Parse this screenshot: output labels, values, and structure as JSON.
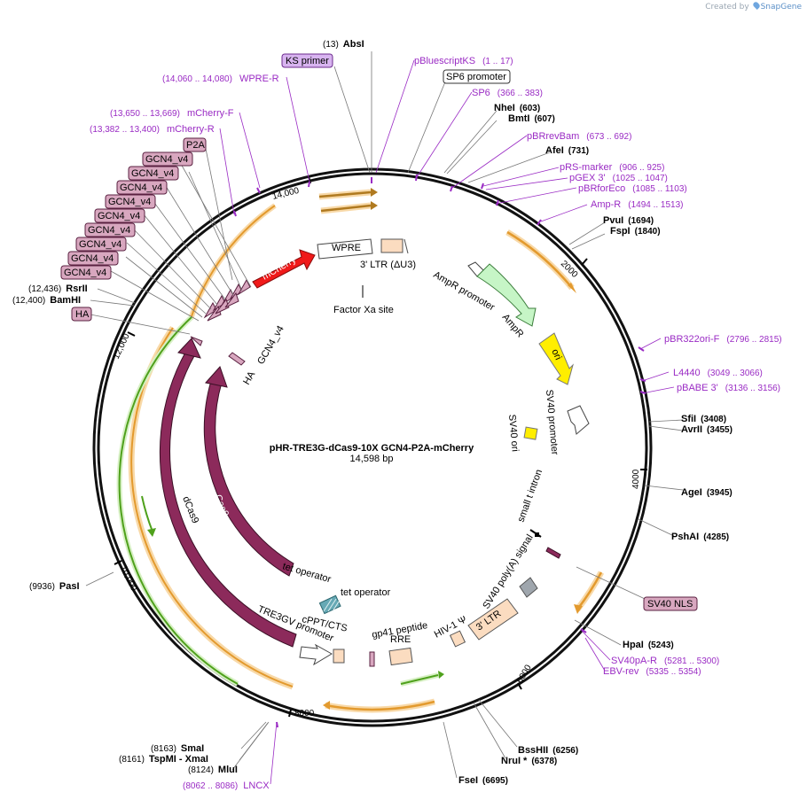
{
  "credit": {
    "prefix": "Created by",
    "brand": "SnapGene"
  },
  "plasmid": {
    "name": "pHR-TRE3G-dCas9-10X GCN4-P2A-mCherry",
    "size": "14,598 bp"
  },
  "ticks": [
    "2000",
    "4000",
    "6000",
    "8000",
    "10,000",
    "12,000",
    "14,000"
  ],
  "sites": [
    {
      "name": "AbsI",
      "pos": "(13)"
    },
    {
      "name": "NheI",
      "pos": "(603)"
    },
    {
      "name": "BmtI",
      "pos": "(607)"
    },
    {
      "name": "AfeI",
      "pos": "(731)"
    },
    {
      "name": "PvuI",
      "pos": "(1694)"
    },
    {
      "name": "FspI",
      "pos": "(1840)"
    },
    {
      "name": "SfiI",
      "pos": "(3408)"
    },
    {
      "name": "AvrII",
      "pos": "(3455)"
    },
    {
      "name": "AgeI",
      "pos": "(3945)"
    },
    {
      "name": "PshAI",
      "pos": "(4285)"
    },
    {
      "name": "HpaI",
      "pos": "(5243)"
    },
    {
      "name": "BssHII",
      "pos": "(6256)"
    },
    {
      "name": "NruI *",
      "pos": "(6378)"
    },
    {
      "name": "FseI",
      "pos": "(6695)"
    },
    {
      "name": "MluI",
      "pos": "(8124)"
    },
    {
      "name": "TspMI - XmaI",
      "pos": "(8161)"
    },
    {
      "name": "SmaI",
      "pos": "(8163)"
    },
    {
      "name": "PasI",
      "pos": "(9936)"
    },
    {
      "name": "BamHI",
      "pos": "(12,400)"
    },
    {
      "name": "RsrII",
      "pos": "(12,436)"
    }
  ],
  "primers": [
    {
      "name": "pBluescriptKS",
      "pos": "(1 .. 17)"
    },
    {
      "name": "SP6",
      "pos": "(366 .. 383)"
    },
    {
      "name": "pBRrevBam",
      "pos": "(673 .. 692)"
    },
    {
      "name": "pRS-marker",
      "pos": "(906 .. 925)"
    },
    {
      "name": "pGEX 3'",
      "pos": "(1025 .. 1047)"
    },
    {
      "name": "pBRforEco",
      "pos": "(1085 .. 1103)"
    },
    {
      "name": "Amp-R",
      "pos": "(1494 .. 1513)"
    },
    {
      "name": "pBR322ori-F",
      "pos": "(2796 .. 2815)"
    },
    {
      "name": "L4440",
      "pos": "(3049 .. 3066)"
    },
    {
      "name": "pBABE 3'",
      "pos": "(3136 .. 3156)"
    },
    {
      "name": "SV40pA-R",
      "pos": "(5281 .. 5300)"
    },
    {
      "name": "EBV-rev",
      "pos": "(5335 .. 5354)"
    },
    {
      "name": "LNCX",
      "pos": "(8062 .. 8086)"
    },
    {
      "name": "WPRE-R",
      "pos": "(14,060 .. 14,080)"
    },
    {
      "name": "mCherry-F",
      "pos": "(13,650 .. 13,669)"
    },
    {
      "name": "mCherry-R",
      "pos": "(13,382 .. 13,400)"
    }
  ],
  "boxes": {
    "ks_primer": "KS primer",
    "sp6_promoter": "SP6 promoter",
    "p2a": "P2A",
    "gcn4": "GCN4_v4",
    "ha": "HA",
    "sv40_nls": "SV40 NLS"
  },
  "features": {
    "wpre": "WPRE",
    "mcherry": "mCherry",
    "ltr3": "3' LTR (ΔU3)",
    "factor_xa": "Factor Xa site",
    "ampr_promoter": "AmpR promoter",
    "ampr": "AmpR",
    "ori": "ori",
    "sv40_promoter": "SV40 promoter",
    "sv40_ori": "SV40 ori",
    "small_t_intron": "small t intron",
    "sv40_polya": "SV40 poly(A) signal",
    "ltr3b": "3' LTR",
    "hiv1": "HIV-1 Ψ",
    "rre": "RRE",
    "gp41": "gp41 peptide",
    "cppt": "cPPT/CTS",
    "tre3gv": "TRE3GV promoter",
    "tet_op1": "tet operator",
    "tet_op2": "tet operator",
    "dcas9": "dCas9",
    "cas9": "Cas9",
    "ha": "HA",
    "gcn4": "GCN4_v4"
  },
  "colors": {
    "cds": "#8c2a5b",
    "mcherry": "#f01a1a",
    "ampr": "#c6f5c6",
    "ori": "#ffee00",
    "ltr": "#fbdcc0",
    "sv40pa": "#9fa6ad",
    "tag": "#d8a7bf",
    "primer": "#9a2bc4",
    "orange_arrow": "#e39a2e",
    "green_arrow": "#4fa11c"
  }
}
